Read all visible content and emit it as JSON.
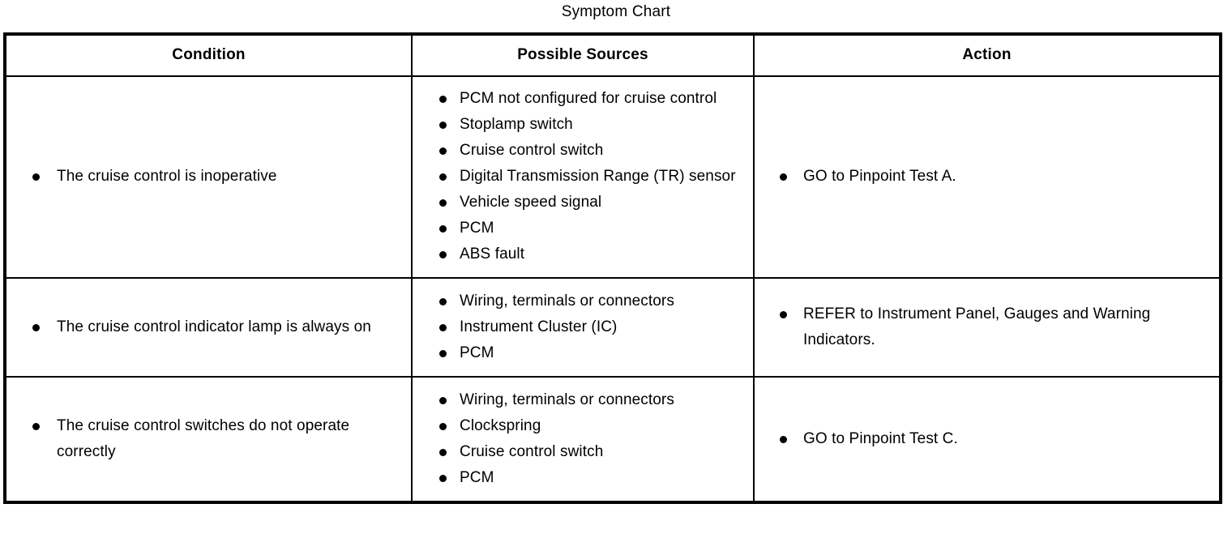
{
  "document": {
    "title": "Symptom Chart"
  },
  "table": {
    "columns": [
      {
        "key": "condition",
        "label": "Condition"
      },
      {
        "key": "possible_sources",
        "label": "Possible Sources"
      },
      {
        "key": "action",
        "label": "Action"
      }
    ],
    "rows": [
      {
        "condition": [
          "The cruise control is inoperative"
        ],
        "possible_sources": [
          "PCM not configured for cruise control",
          "Stoplamp switch",
          "Cruise control switch",
          "Digital Transmission Range (TR) sensor",
          "Vehicle speed signal",
          "PCM",
          "ABS fault"
        ],
        "action": [
          "GO to Pinpoint Test A."
        ]
      },
      {
        "condition": [
          "The cruise control indicator lamp is always on"
        ],
        "possible_sources": [
          "Wiring, terminals or connectors",
          "Instrument Cluster (IC)",
          "PCM"
        ],
        "action": [
          "REFER to Instrument Panel, Gauges and Warning Indicators."
        ]
      },
      {
        "condition": [
          "The cruise control switches do not operate correctly"
        ],
        "possible_sources": [
          "Wiring, terminals or connectors",
          "Clockspring",
          "Cruise control switch",
          "PCM"
        ],
        "action": [
          "GO to Pinpoint Test C."
        ]
      }
    ]
  },
  "style": {
    "text_color": "#000000",
    "background_color": "#ffffff",
    "border_color": "#000000"
  }
}
